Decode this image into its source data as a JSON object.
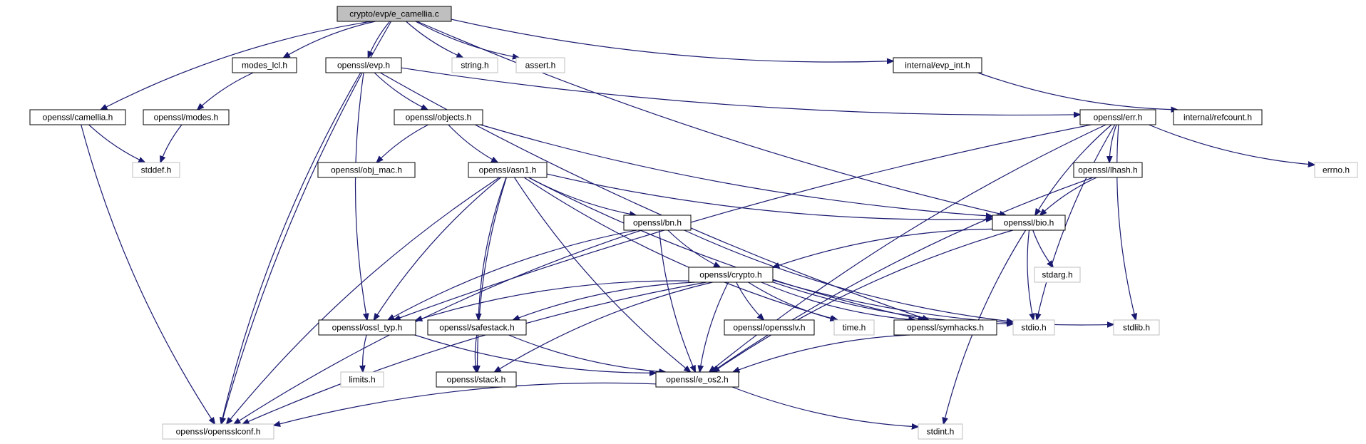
{
  "graph": {
    "root": "crypto/evp/e_camellia.c",
    "nodes": [
      {
        "id": "root",
        "label": "crypto/evp/e_camellia.c",
        "kind": "root"
      },
      {
        "id": "modes_lcl",
        "label": "modes_lcl.h",
        "kind": "file"
      },
      {
        "id": "evp",
        "label": "openssl/evp.h",
        "kind": "file"
      },
      {
        "id": "string",
        "label": "string.h",
        "kind": "system"
      },
      {
        "id": "assert",
        "label": "assert.h",
        "kind": "system"
      },
      {
        "id": "evp_int",
        "label": "internal/evp_int.h",
        "kind": "file"
      },
      {
        "id": "camellia",
        "label": "openssl/camellia.h",
        "kind": "file"
      },
      {
        "id": "modes",
        "label": "openssl/modes.h",
        "kind": "file"
      },
      {
        "id": "objects",
        "label": "openssl/objects.h",
        "kind": "file"
      },
      {
        "id": "err",
        "label": "openssl/err.h",
        "kind": "file"
      },
      {
        "id": "refcount",
        "label": "internal/refcount.h",
        "kind": "file"
      },
      {
        "id": "stddef",
        "label": "stddef.h",
        "kind": "system"
      },
      {
        "id": "obj_mac",
        "label": "openssl/obj_mac.h",
        "kind": "file"
      },
      {
        "id": "asn1",
        "label": "openssl/asn1.h",
        "kind": "file"
      },
      {
        "id": "lhash",
        "label": "openssl/lhash.h",
        "kind": "file"
      },
      {
        "id": "errno",
        "label": "errno.h",
        "kind": "system"
      },
      {
        "id": "bn",
        "label": "openssl/bn.h",
        "kind": "file"
      },
      {
        "id": "bio",
        "label": "openssl/bio.h",
        "kind": "file"
      },
      {
        "id": "crypto",
        "label": "openssl/crypto.h",
        "kind": "file"
      },
      {
        "id": "stdarg",
        "label": "stdarg.h",
        "kind": "system"
      },
      {
        "id": "ossl_typ",
        "label": "openssl/ossl_typ.h",
        "kind": "file"
      },
      {
        "id": "safestack",
        "label": "openssl/safestack.h",
        "kind": "file"
      },
      {
        "id": "opensslv",
        "label": "openssl/opensslv.h",
        "kind": "file"
      },
      {
        "id": "time",
        "label": "time.h",
        "kind": "system"
      },
      {
        "id": "symhacks",
        "label": "openssl/symhacks.h",
        "kind": "file"
      },
      {
        "id": "stdio",
        "label": "stdio.h",
        "kind": "system"
      },
      {
        "id": "stdlib",
        "label": "stdlib.h",
        "kind": "system"
      },
      {
        "id": "limits",
        "label": "limits.h",
        "kind": "system"
      },
      {
        "id": "stack",
        "label": "openssl/stack.h",
        "kind": "file"
      },
      {
        "id": "e_os2",
        "label": "openssl/e_os2.h",
        "kind": "file"
      },
      {
        "id": "opensslconf",
        "label": "openssl/opensslconf.h",
        "kind": "system"
      },
      {
        "id": "stdint",
        "label": "stdint.h",
        "kind": "system"
      }
    ],
    "edges": [
      [
        "root",
        "opensslconf"
      ],
      [
        "root",
        "camellia"
      ],
      [
        "root",
        "modes_lcl"
      ],
      [
        "root",
        "evp"
      ],
      [
        "root",
        "string"
      ],
      [
        "root",
        "assert"
      ],
      [
        "root",
        "evp_int"
      ],
      [
        "root",
        "bio"
      ],
      [
        "modes_lcl",
        "modes"
      ],
      [
        "evp",
        "opensslconf"
      ],
      [
        "evp",
        "ossl_typ"
      ],
      [
        "evp",
        "objects"
      ],
      [
        "evp",
        "err"
      ],
      [
        "evp",
        "symhacks"
      ],
      [
        "evp_int",
        "refcount"
      ],
      [
        "camellia",
        "stddef"
      ],
      [
        "camellia",
        "opensslconf"
      ],
      [
        "modes",
        "stddef"
      ],
      [
        "objects",
        "obj_mac"
      ],
      [
        "objects",
        "asn1"
      ],
      [
        "objects",
        "bio"
      ],
      [
        "err",
        "ossl_typ"
      ],
      [
        "err",
        "lhash"
      ],
      [
        "err",
        "bio"
      ],
      [
        "err",
        "errno"
      ],
      [
        "err",
        "stdio"
      ],
      [
        "err",
        "stdlib"
      ],
      [
        "err",
        "e_os2"
      ],
      [
        "asn1",
        "opensslconf"
      ],
      [
        "asn1",
        "stack"
      ],
      [
        "asn1",
        "ossl_typ"
      ],
      [
        "asn1",
        "safestack"
      ],
      [
        "asn1",
        "e_os2"
      ],
      [
        "asn1",
        "bn"
      ],
      [
        "asn1",
        "bio"
      ],
      [
        "asn1",
        "time"
      ],
      [
        "asn1",
        "symhacks"
      ],
      [
        "lhash",
        "bio"
      ],
      [
        "lhash",
        "e_os2"
      ],
      [
        "bn",
        "opensslconf"
      ],
      [
        "bn",
        "ossl_typ"
      ],
      [
        "bn",
        "crypto"
      ],
      [
        "bn",
        "e_os2"
      ],
      [
        "bn",
        "stdio"
      ],
      [
        "bio",
        "crypto"
      ],
      [
        "bio",
        "stdarg"
      ],
      [
        "bio",
        "stdio"
      ],
      [
        "bio",
        "e_os2"
      ],
      [
        "bio",
        "stdint"
      ],
      [
        "crypto",
        "ossl_typ"
      ],
      [
        "crypto",
        "safestack"
      ],
      [
        "crypto",
        "opensslv"
      ],
      [
        "crypto",
        "time"
      ],
      [
        "crypto",
        "symhacks"
      ],
      [
        "crypto",
        "stdio"
      ],
      [
        "crypto",
        "stdlib"
      ],
      [
        "crypto",
        "stack"
      ],
      [
        "crypto",
        "e_os2"
      ],
      [
        "crypto",
        "opensslconf"
      ],
      [
        "ossl_typ",
        "limits"
      ],
      [
        "ossl_typ",
        "e_os2"
      ],
      [
        "safestack",
        "stack"
      ],
      [
        "safestack",
        "e_os2"
      ],
      [
        "symhacks",
        "e_os2"
      ],
      [
        "e_os2",
        "opensslconf"
      ],
      [
        "e_os2",
        "stdint"
      ]
    ]
  }
}
